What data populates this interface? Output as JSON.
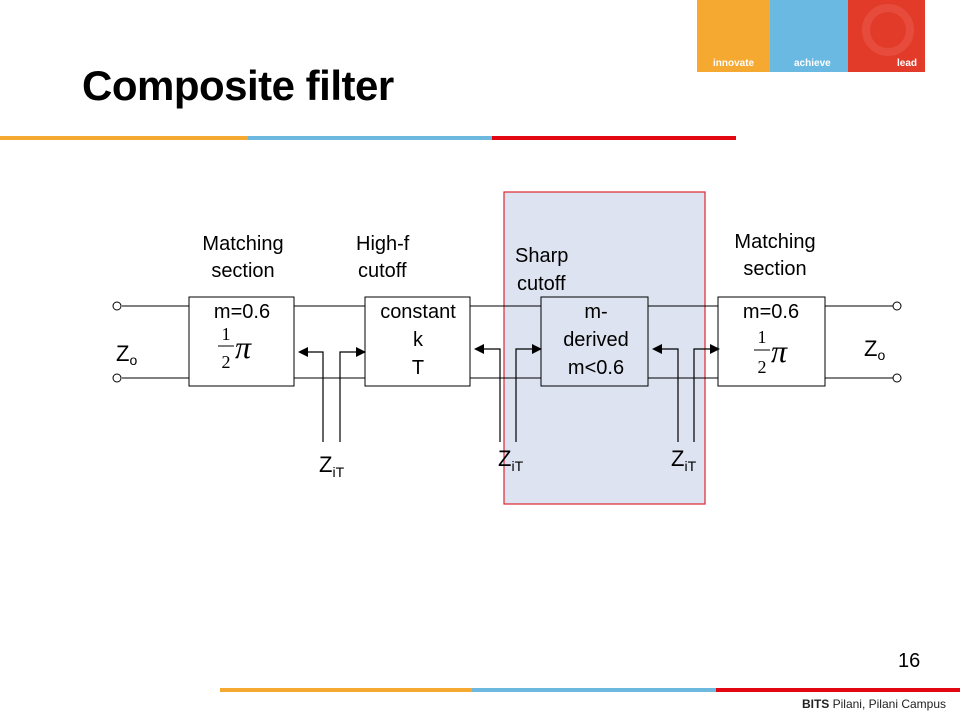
{
  "slide": {
    "title": "Composite filter",
    "page_number": "16",
    "footer_bold": "BITS",
    "footer_rest": " Pilani, Pilani Campus"
  },
  "logo": {
    "segments": [
      {
        "label": "innovate",
        "color": "#F5A931"
      },
      {
        "label": "achieve",
        "color": "#69B9E3"
      },
      {
        "label": "lead",
        "color": "#E23B2A"
      }
    ]
  },
  "colors": {
    "accent_orange": "#F5A931",
    "accent_blue": "#6CB8DE",
    "accent_red": "#E30613",
    "highlight_fill": "#DDE3F0",
    "highlight_border": "#E0262E"
  },
  "diagram": {
    "left_port": {
      "z": "Z",
      "sub": "o"
    },
    "right_port": {
      "z": "Z",
      "sub": "o"
    },
    "sections": [
      {
        "header": [
          "Matching",
          "section"
        ],
        "box": [
          "m=0.6"
        ],
        "fraction": {
          "num": "1",
          "den": "2",
          "symbol": "π"
        }
      },
      {
        "header": [
          "High-f",
          "cutoff"
        ],
        "box": [
          "constant",
          "k",
          "T"
        ]
      },
      {
        "header": [
          "Sharp",
          "cutoff"
        ],
        "box": [
          "m-",
          "derived",
          "m<0.6"
        ]
      },
      {
        "header": [
          "Matching",
          "section"
        ],
        "box": [
          "m=0.6"
        ],
        "fraction": {
          "num": "1",
          "den": "2",
          "symbol": "π"
        }
      }
    ],
    "interfaces": [
      {
        "z": "Z",
        "sub": "iT"
      },
      {
        "z": "Z",
        "sub": "iT"
      },
      {
        "z": "Z",
        "sub": "iT"
      }
    ]
  }
}
